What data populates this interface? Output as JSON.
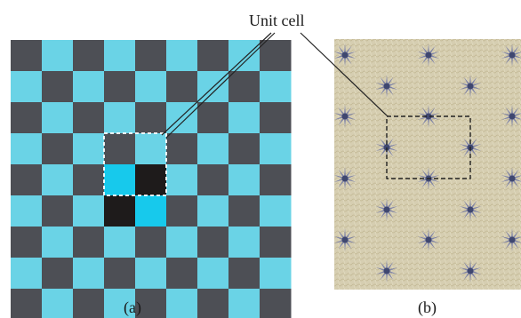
{
  "annotation": "Unit cell",
  "captions": {
    "a": "(a)",
    "b": "(b)"
  },
  "checkerboard": {
    "rows": 9,
    "cols": 9,
    "colors": {
      "light": "#6ad3e6",
      "dark": "#4d4f55",
      "highlight_light": "#17c9ec",
      "highlight_dark": "#1e1b1b"
    },
    "unit_cell_cells": [
      [
        4,
        3
      ],
      [
        4,
        4
      ],
      [
        5,
        3
      ],
      [
        5,
        4
      ]
    ]
  },
  "fabric": {
    "colors": {
      "ground": "#d8d0b4",
      "ground_dark": "#c2b794",
      "star": "#6e75a6",
      "star_dark": "#3f4770",
      "dashed": "#222222"
    }
  }
}
